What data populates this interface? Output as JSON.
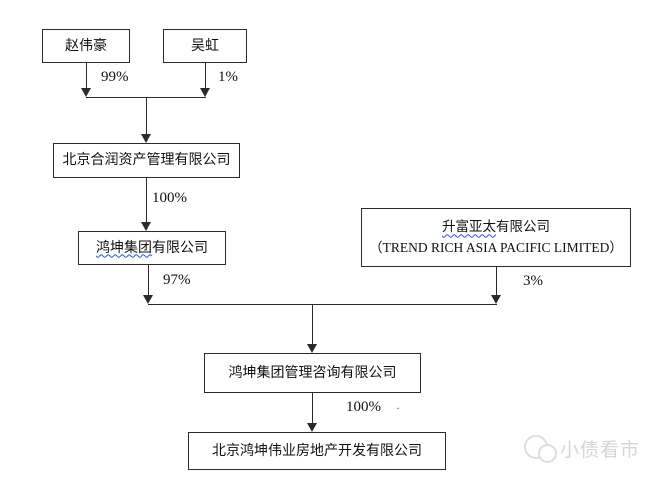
{
  "diagram": {
    "title": "equity-ownership-structure",
    "nodes": {
      "zhao": {
        "label": "赵伟豪"
      },
      "wu": {
        "label": "吴虹"
      },
      "herun": {
        "label": "北京合润资产管理有限公司"
      },
      "hongkun_group": {
        "label_underlined": "鸿坤集团",
        "label_rest": "有限公司"
      },
      "trend_rich": {
        "line1_underlined": "升富亚太",
        "line1_rest": "有限公司",
        "line2": "（TREND RICH ASIA PACIFIC LIMITED）"
      },
      "consulting": {
        "label": "鸿坤集团管理咨询有限公司"
      },
      "weiye": {
        "label": "北京鸿坤伟业房地产开发有限公司"
      }
    },
    "edge_labels": {
      "zhao_to_herun": "99%",
      "wu_to_herun": "1%",
      "herun_to_hongkun": "100%",
      "hongkun_to_consulting": "97%",
      "trendrich_to_consulting": "3%",
      "consulting_to_weiye": "100%"
    },
    "stray_mark": "·",
    "colors": {
      "line": "#2b2b2b",
      "box_border": "#2b2b2b",
      "text": "#111111",
      "spellcheck_underline": "#2a52d8",
      "watermark": "#d6d6d6"
    }
  },
  "watermark": {
    "text": "小债看市"
  }
}
